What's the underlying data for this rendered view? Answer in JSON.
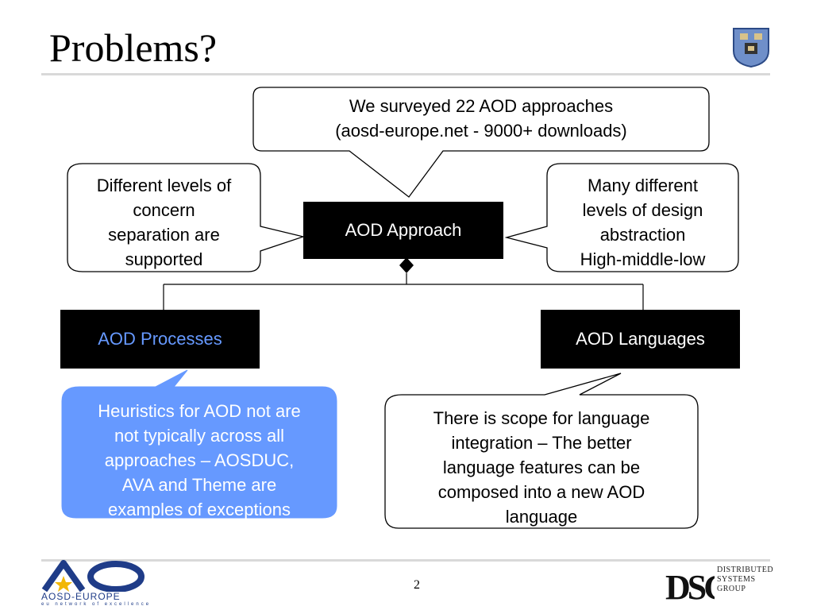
{
  "slide": {
    "title": "Problems?",
    "page_number": "2"
  },
  "callouts": {
    "survey": {
      "lines": [
        "We surveyed 22 AOD approaches",
        "(aosd-europe.net - 9000+ downloads)"
      ]
    },
    "levels": {
      "lines": [
        "Different levels of",
        "concern",
        "separation are",
        "supported"
      ]
    },
    "abstraction": {
      "lines": [
        "Many different",
        "levels of design",
        "abstraction",
        "High-middle-low"
      ]
    },
    "heuristics": {
      "lines": [
        "Heuristics for AOD not are",
        "not typically across all",
        "approaches – AOSDUC,",
        "AVA and Theme are",
        "examples of exceptions"
      ]
    },
    "scope": {
      "lines": [
        "There is scope for language",
        "integration – The better",
        "language features can be",
        "composed into a new AOD",
        "language"
      ]
    }
  },
  "boxes": {
    "approach": "AOD Approach",
    "processes": "AOD Processes",
    "languages": "AOD Languages"
  },
  "colors": {
    "box_fill": "#000000",
    "processes_text": "#6699ff",
    "heuristics_fill": "#6699ff",
    "callout_border": "#000000",
    "rule": "#d9d9d9",
    "aosd_blue": "#1f3c88",
    "aosd_star": "#f2b705"
  },
  "logos": {
    "aosd_name": "AOSD-EUROPE",
    "aosd_tagline": "eu network of excellence",
    "dsg_lines": [
      "DISTRIBUTED",
      "SYSTEMS",
      "GROUP"
    ]
  }
}
